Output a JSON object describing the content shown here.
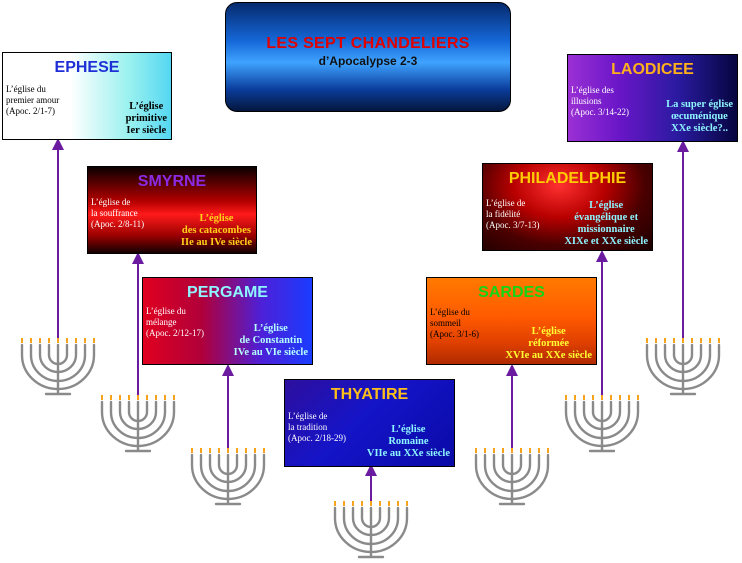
{
  "title": {
    "main": "LES SEPT CHANDELIERS",
    "sub": "d’Apocalypse 2-3"
  },
  "churches": {
    "ephese": {
      "name": "EPHESE",
      "desc": "L’église du\npremier amour\n(Apoc. 2/1-7)",
      "era": "L’église\nprimitive\nIer siècle"
    },
    "smyrne": {
      "name": "SMYRNE",
      "desc": "L’église de\nla souffrance\n(Apoc. 2/8-11)",
      "era": "L’église\ndes catacombes\nIIe au IVe  siècle"
    },
    "pergame": {
      "name": "PERGAME",
      "desc": "L’église du\nmélange\n(Apoc. 2/12-17)",
      "era": "L’église\nde Constantin\nIVe au VIe  siècle"
    },
    "thyatire": {
      "name": "THYATIRE",
      "desc": "L’église de\nla tradition\n(Apoc. 2/18-29)",
      "era": "L’église\nRomaine\nVIIe au XXe  siècle"
    },
    "sardes": {
      "name": "SARDES",
      "desc": "L’église du\nsommeil\n(Apoc. 3/1-6)",
      "era": "L’église\nréformée\nXVIe au XXe  siècle"
    },
    "philadelphie": {
      "name": "PHILADELPHIE",
      "desc": "L’église de\nla fidélité\n(Apoc. 3/7-13)",
      "era": "L’église\névangélique et\nmissionnaire\nXIXe et XXe  siècle"
    },
    "laodicee": {
      "name": "LAODICEE",
      "desc": "L’église des\nillusions\n(Apoc. 3/14-22)",
      "era": "La super église\nœcuménique\nXXe  siècle?.."
    }
  },
  "colors": {
    "arrow": "#6a1ba0",
    "menorah": "#8a8a8a",
    "flame": "#f7a21b"
  }
}
